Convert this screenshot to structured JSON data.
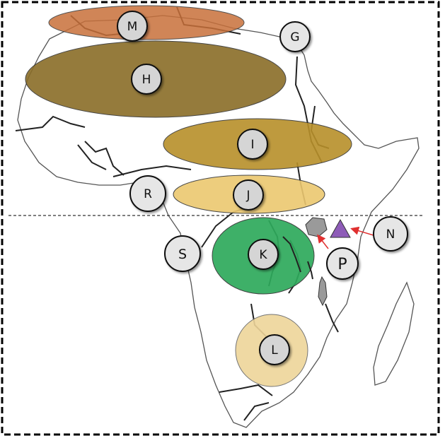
{
  "map": {
    "labels": {
      "M": "M",
      "G": "G",
      "H": "H",
      "I": "I",
      "R": "R",
      "J": "J",
      "S": "S",
      "K": "K",
      "N": "N",
      "P": "P",
      "L": "L"
    },
    "zone_colors": {
      "M": "#c8703a",
      "H": "#8a6d28",
      "I": "#b8902a",
      "J": "#ecc870",
      "K": "#2eaa5c",
      "L": "#eed59a"
    },
    "marker_color": "#8e5cb8",
    "arrow_color": "#e03030",
    "lake_color": "#9a9a9a",
    "frame_style": "dashed"
  }
}
